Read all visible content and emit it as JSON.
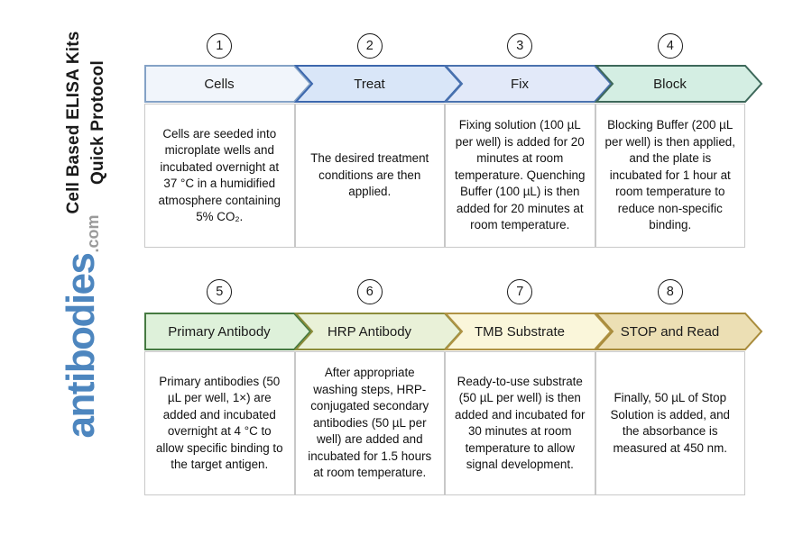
{
  "sidebar": {
    "title_line1": "Cell Based ELISA Kits",
    "title_line2": "Quick Protocol",
    "logo_text": "antibodies",
    "logo_suffix": ".com",
    "logo_color": "#4d86bf",
    "logo_suffix_color": "#9a9a9a"
  },
  "steps": [
    {
      "number": "1",
      "label": "Cells",
      "description": "Cells are seeded into microplate wells and incubated overnight at 37 °C in a humidified atmosphere containing 5% CO₂.",
      "fill": "#f1f5fb",
      "stroke": "#84a2c6"
    },
    {
      "number": "2",
      "label": "Treat",
      "description": "The desired treatment conditions are then applied.",
      "fill": "#d9e6f8",
      "stroke": "#3c67ad"
    },
    {
      "number": "3",
      "label": "Fix",
      "description": "Fixing solution (100 µL per well) is added for 20 minutes at room temperature. Quenching Buffer (100 µL) is then added for 20 minutes at room temperature.",
      "fill": "#e2e9f9",
      "stroke": "#4a72ae"
    },
    {
      "number": "4",
      "label": "Block",
      "description": "Blocking Buffer (200 µL per well) is then applied, and the plate is incubated for 1 hour at room temperature to reduce non-specific binding.",
      "fill": "#d4eee3",
      "stroke": "#3d685a"
    },
    {
      "number": "5",
      "label": "Primary Antibody",
      "description": "Primary antibodies (50 µL per well, 1×) are added and incubated overnight at 4 °C to allow specific binding to the target antigen.",
      "fill": "#def1da",
      "stroke": "#457a41"
    },
    {
      "number": "6",
      "label": "HRP Antibody",
      "description": "After appropriate washing steps, HRP-conjugated secondary antibodies (50 µL per well) are added and incubated for 1.5 hours at room temperature.",
      "fill": "#e9f1d8",
      "stroke": "#8c8c3a"
    },
    {
      "number": "7",
      "label": "TMB Substrate",
      "description": "Ready-to-use substrate (50 µL per well) is then added and incubated for 30 minutes at room temperature to allow signal development.",
      "fill": "#faf6da",
      "stroke": "#b09344"
    },
    {
      "number": "8",
      "label": "STOP and Read",
      "description": "Finally, 50 µL of Stop Solution is added, and the absorbance is measured at 450 nm.",
      "fill": "#ecdfb4",
      "stroke": "#a98c3c"
    }
  ]
}
